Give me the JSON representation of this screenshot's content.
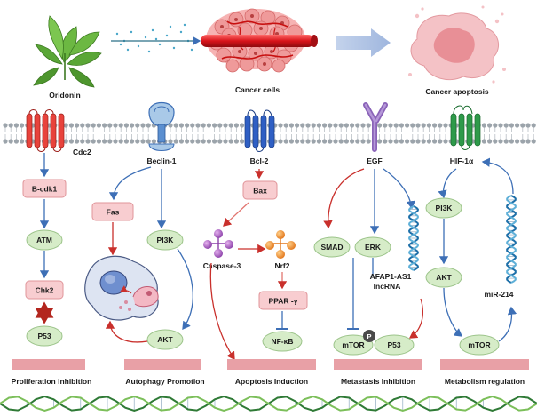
{
  "top": {
    "oridonin": "Oridonin",
    "cancer_cells": "Cancer cells",
    "cancer_apoptosis": "Cancer apoptosis"
  },
  "receptors": {
    "cdc2": "Cdc2",
    "beclin": "Beclin-1",
    "bcl2": "Bcl-2",
    "egf": "EGF",
    "hif": "HIF-1α"
  },
  "nodes": {
    "bcdk1": "B-cdk1",
    "atm": "ATM",
    "chk2": "Chk2",
    "p53_a": "P53",
    "fas": "Fas",
    "pi3k_b": "PI3K",
    "akt_b": "AKT",
    "bax": "Bax",
    "caspase3": "Caspase-3",
    "nrf2": "Nrf2",
    "ppar": "PPAR -γ",
    "nfkb": "NF-κB",
    "smad": "SMAD",
    "erk": "ERK",
    "afap": "AFAP1-AS1",
    "lncrna": "lncRNA",
    "mtor_d": "mTOR",
    "p_mark": "P",
    "p53_d": "P53",
    "pi3k_e": "PI3K",
    "akt_e": "AKT",
    "mtor_e": "mTOR",
    "mir214": "miR-214"
  },
  "bottom": {
    "proliferation": "Proliferation Inhibition",
    "autophagy": "Autophagy Promotion",
    "apoptosis": "Apoptosis Induction",
    "metastasis": "Metastasis Inhibition",
    "metabolism": "Metabolism regulation"
  },
  "colors": {
    "pink_box": "#f8cdd0",
    "pink_stroke": "#e0959a",
    "green_oval": "#d6ecc8",
    "green_stroke": "#9cc48a",
    "blue_arrow": "#3d6fb6",
    "red_arrow": "#c9302c",
    "membrane_head": "#9ca4ab",
    "bar_pink": "#e8a0a6"
  }
}
